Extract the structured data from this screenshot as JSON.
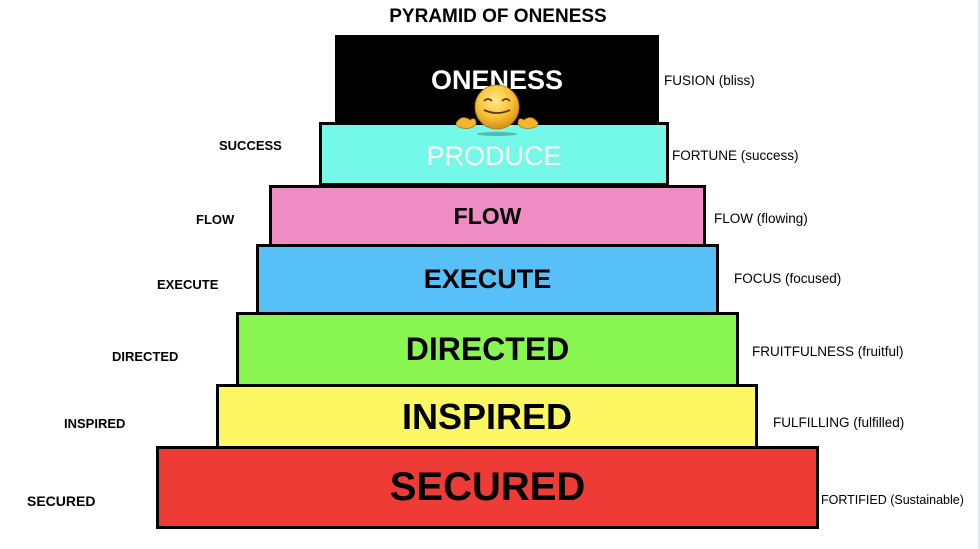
{
  "title": "PYRAMID OF ONENESS",
  "colors": {
    "oneness": "#000000",
    "produce": "#74f8e8",
    "flow": "#ef8cc4",
    "execute": "#57c0f8",
    "directed": "#88f550",
    "inspired": "#fdf763",
    "secured": "#ef3b35"
  },
  "tiers": [
    {
      "id": "oneness",
      "label": "ONENESS",
      "left_label": "",
      "right_label": "FUSION (bliss)"
    },
    {
      "id": "produce",
      "label": "PRODUCE",
      "left_label": "SUCCESS",
      "right_label": "FORTUNE (success)"
    },
    {
      "id": "flow",
      "label": "FLOW",
      "left_label": "FLOW",
      "right_label": "FLOW (flowing)"
    },
    {
      "id": "execute",
      "label": "EXECUTE",
      "left_label": "EXECUTE",
      "right_label": "FOCUS (focused)"
    },
    {
      "id": "directed",
      "label": "DIRECTED",
      "left_label": "DIRECTED",
      "right_label": "FRUITFULNESS (fruitful)"
    },
    {
      "id": "inspired",
      "label": "INSPIRED",
      "left_label": "INSPIRED",
      "right_label": "FULFILLING (fulfilled)"
    },
    {
      "id": "secured",
      "label": "SECURED",
      "left_label": "SECURED",
      "right_label": "FORTIFIED (Sustainable)"
    }
  ],
  "emoji": {
    "icon": "smiling-face-with-hands-icon"
  }
}
